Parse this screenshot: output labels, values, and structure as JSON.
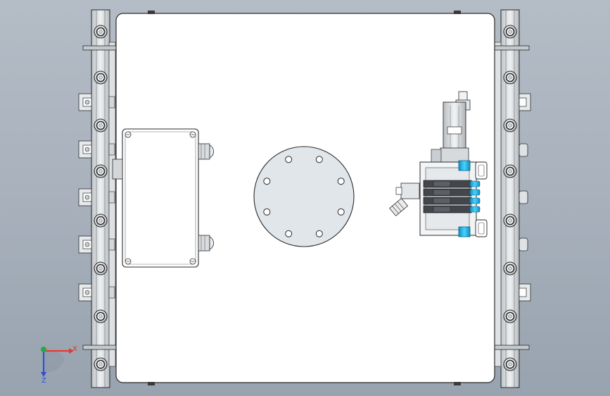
{
  "view": {
    "background_top": "#b4bcc6",
    "background_bottom": "#98a3af"
  },
  "colors": {
    "plate": "#ffffff",
    "outline": "#2b2b2b",
    "steel": "#c9ced3",
    "rail": "#d8dcdf",
    "disc": "#dfe5ea",
    "fitting_blue": "#19b4e6",
    "dark_part": "#3c3f44",
    "axis_x": "#e53a2e",
    "axis_y": "#27a844",
    "axis_z": "#2f4fd8"
  },
  "triad": {
    "x_label": "X",
    "z_label": "Z"
  },
  "parts": {
    "base_plate": "base-plate",
    "left_rail": "left-rail",
    "right_rail": "right-rail",
    "junction_box": "junction-box",
    "round_flange": "round-flange",
    "valve_manifold": "valve-manifold",
    "cylinder": "air-cylinder"
  }
}
